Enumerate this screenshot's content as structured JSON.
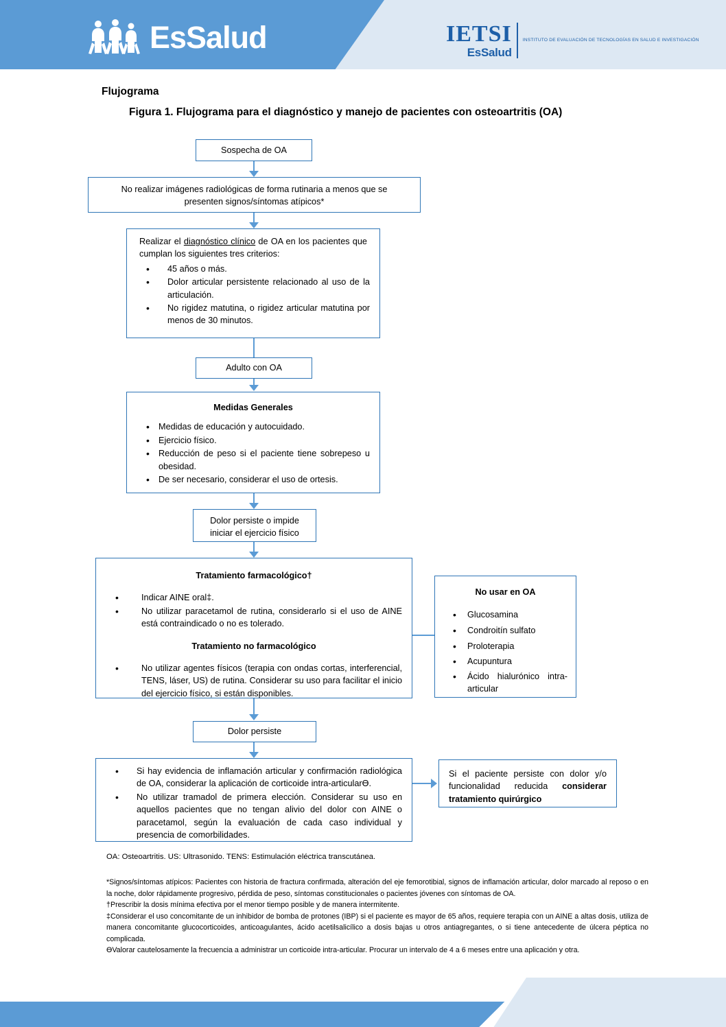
{
  "header": {
    "essalud_logo_name": "EsSalud",
    "essalud_wordmark": "EsSalud",
    "ietsi_main": "IETSI",
    "ietsi_sub": "EsSalud",
    "ietsi_tagline": "INSTITUTO DE EVALUACIÓN DE TECNOLOGÍAS EN SALUD E INVESTIGACIÓN",
    "brand_blue": "#5b9bd5",
    "brand_light": "#dde8f3",
    "ietsi_blue": "#1d5fa8"
  },
  "document": {
    "section_title": "Flujograma",
    "figure_title": "Figura 1. Flujograma para el diagnóstico y manejo de pacientes con osteoartritis (OA)"
  },
  "flowchart": {
    "box_border_color": "#2e75b6",
    "connector_color": "#5b9bd5",
    "nodes": {
      "sospecha": "Sospecha de OA",
      "imagenes": "No realizar imágenes radiológicas de forma rutinaria a menos que se presenten signos/síntomas atípicos*",
      "diagnostico": {
        "lead_before": "Realizar el ",
        "lead_underline": "diagnóstico clínico",
        "lead_after": " de OA en los pacientes que cumplan los siguientes tres criterios:",
        "items": [
          "45 años o más.",
          "Dolor articular persistente relacionado al uso de la articulación.",
          "No rigidez matutina, o rigidez articular matutina por menos de 30 minutos."
        ]
      },
      "adulto": "Adulto con OA",
      "medidas": {
        "title": "Medidas Generales",
        "items": [
          "Medidas de educación y autocuidado.",
          "Ejercicio físico.",
          "Reducción de peso si el paciente tiene sobrepeso u obesidad.",
          "De ser necesario, considerar el uso de ortesis."
        ]
      },
      "dolor_impide": "Dolor persiste o impide iniciar el ejercicio físico",
      "tratamiento": {
        "title_farm": "Tratamiento farmacológico†",
        "items_farm": [
          "Indicar AINE oral‡.",
          "No utilizar paracetamol de rutina, considerarlo si el uso de AINE está contraindicado o no es tolerado."
        ],
        "title_nofarm": "Tratamiento no farmacológico",
        "items_nofarm": [
          "No utilizar agentes físicos (terapia con ondas cortas, interferencial, TENS, láser, US) de rutina. Considerar su uso para facilitar el inicio del ejercicio físico, si están disponibles."
        ]
      },
      "no_usar": {
        "title": "No usar en OA",
        "items": [
          "Glucosamina",
          "Condroitín sulfato",
          "Proloterapia",
          "Acupuntura",
          "Ácido hialurónico intra-articular"
        ]
      },
      "dolor_persiste": "Dolor persiste",
      "corticoide": {
        "items": [
          "Si hay evidencia de inflamación articular y confirmación radiológica de OA, considerar la aplicación de corticoide intra-articularƟ.",
          "No utilizar tramadol de primera elección. Considerar su uso en aquellos pacientes que no tengan alivio del dolor con AINE o paracetamol, según la evaluación de cada caso individual y presencia de comorbilidades."
        ]
      },
      "quirurgico": {
        "text_before": "Si el paciente persiste con dolor y/o funcionalidad reducida ",
        "text_bold": "considerar tratamiento quirúrgico"
      }
    }
  },
  "footnotes": {
    "abbreviations": "OA: Osteoartritis. US: Ultrasonido. TENS: Estimulación eléctrica transcutánea.",
    "lines": [
      "*Signos/síntomas atípicos: Pacientes con historia de fractura confirmada, alteración del eje femorotibial, signos de inflamación articular, dolor marcado al reposo o en la noche, dolor rápidamente progresivo, pérdida de peso, síntomas constitucionales o pacientes jóvenes con síntomas de OA.",
      "†Prescribir la dosis mínima efectiva por el menor tiempo posible y de manera intermitente.",
      "‡Considerar el uso concomitante de un inhibidor de bomba de protones (IBP) si el paciente es mayor de 65 años, requiere terapia con un AINE a altas dosis, utiliza de manera concomitante glucocorticoides, anticoagulantes, ácido acetilsalicílico a dosis bajas u otros antiagregantes, o si tiene antecedente de úlcera péptica no complicada.",
      "ƟValorar cautelosamente la frecuencia a administrar un corticoide intra-articular. Procurar un intervalo de 4 a 6 meses entre una aplicación y otra."
    ]
  }
}
